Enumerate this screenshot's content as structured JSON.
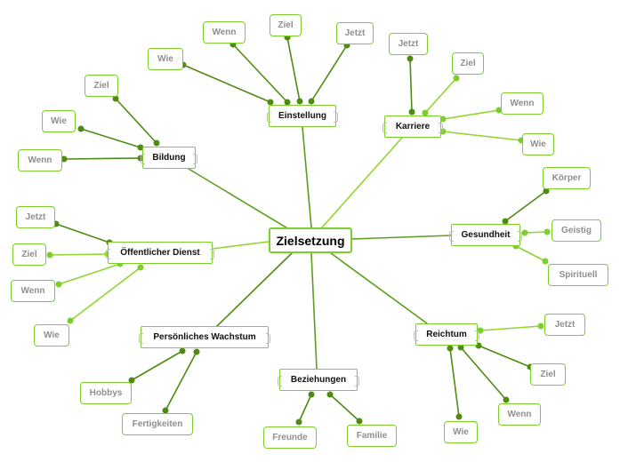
{
  "colors": {
    "center_line": "#5a9e1c",
    "line_light": "#8fd62d",
    "line_dark": "#4f8a12",
    "dot_light": "#7ccf2a",
    "dot_dark": "#4f8a12",
    "border": "#7ccf2a"
  },
  "center": {
    "label": "Zielsetzung"
  },
  "branches": [
    {
      "id": "einstellung",
      "label": "Einstellung",
      "leaves": [
        {
          "id": "einstellung-wie",
          "label": "Wie"
        },
        {
          "id": "einstellung-wenn",
          "label": "Wenn"
        },
        {
          "id": "einstellung-ziel",
          "label": "Ziel"
        },
        {
          "id": "einstellung-jetzt",
          "label": "Jetzt"
        }
      ]
    },
    {
      "id": "karriere",
      "label": "Karriere",
      "leaves": [
        {
          "id": "karriere-jetzt",
          "label": "Jetzt"
        },
        {
          "id": "karriere-ziel",
          "label": "Ziel"
        },
        {
          "id": "karriere-wenn",
          "label": "Wenn"
        },
        {
          "id": "karriere-wie",
          "label": "Wie"
        }
      ]
    },
    {
      "id": "bildung",
      "label": "Bildung",
      "leaves": [
        {
          "id": "bildung-ziel",
          "label": "Ziel"
        },
        {
          "id": "bildung-wie",
          "label": "Wie"
        },
        {
          "id": "bildung-wenn",
          "label": "Wenn"
        }
      ]
    },
    {
      "id": "gesundheit",
      "label": "Gesundheit",
      "leaves": [
        {
          "id": "gesundheit-koerper",
          "label": "Körper"
        },
        {
          "id": "gesundheit-geistig",
          "label": "Geistig"
        },
        {
          "id": "gesundheit-spirituell",
          "label": "Spirituell"
        }
      ]
    },
    {
      "id": "oeffentlicher-dienst",
      "label": "Öffentlicher Dienst",
      "leaves": [
        {
          "id": "oed-jetzt",
          "label": "Jetzt"
        },
        {
          "id": "oed-ziel",
          "label": "Ziel"
        },
        {
          "id": "oed-wenn",
          "label": "Wenn"
        },
        {
          "id": "oed-wie",
          "label": "Wie"
        }
      ]
    },
    {
      "id": "persoenliches-wachstum",
      "label": "Persönliches Wachstum",
      "leaves": [
        {
          "id": "pw-hobbys",
          "label": "Hobbys"
        },
        {
          "id": "pw-fertigkeiten",
          "label": "Fertigkeiten"
        }
      ]
    },
    {
      "id": "beziehungen",
      "label": "Beziehungen",
      "leaves": [
        {
          "id": "bez-freunde",
          "label": "Freunde"
        },
        {
          "id": "bez-familie",
          "label": "Familie"
        }
      ]
    },
    {
      "id": "reichtum",
      "label": "Reichtum",
      "leaves": [
        {
          "id": "reich-jetzt",
          "label": "Jetzt"
        },
        {
          "id": "reich-ziel",
          "label": "Ziel"
        },
        {
          "id": "reich-wenn",
          "label": "Wenn"
        },
        {
          "id": "reich-wie",
          "label": "Wie"
        }
      ]
    }
  ]
}
